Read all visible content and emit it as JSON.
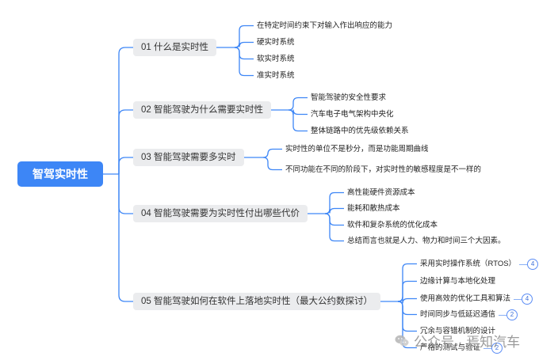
{
  "root": {
    "label": "智驾实时性"
  },
  "branches": [
    {
      "label": "01 什么是实时性",
      "items": [
        {
          "label": "在特定时间约束下对输入作出响应的能力"
        },
        {
          "label": "硬实时系统"
        },
        {
          "label": "软实时系统"
        },
        {
          "label": "准实时系统"
        }
      ]
    },
    {
      "label": "02 智能驾驶为什么需要实时性",
      "items": [
        {
          "label": "智能驾驶的安全性要求"
        },
        {
          "label": "汽车电子电气架构中央化"
        },
        {
          "label": "整体链路中的优先级依赖关系"
        }
      ]
    },
    {
      "label": "03 智能驾驶需要多实时",
      "items": [
        {
          "label": "实时性的单位不是秒分，而是功能周期曲线"
        },
        {
          "label": "不同功能在不同的阶段下，对实时性的敏感程度是不一样的"
        }
      ]
    },
    {
      "label": "04 智能驾驶需要为实时性付出哪些代价",
      "items": [
        {
          "label": "高性能硬件资源成本"
        },
        {
          "label": "能耗和散热成本"
        },
        {
          "label": "软件和复杂系统的优化成本"
        },
        {
          "label": "总结而言也就是人力、物力和时间三个大因素。"
        }
      ]
    },
    {
      "label": "05 智能驾驶如何在软件上落地实时性（最大公约数探讨）",
      "items": [
        {
          "label": "采用实时操作系统（RTOS）",
          "badge": "4"
        },
        {
          "label": "边缘计算与本地化处理"
        },
        {
          "label": "使用高效的优化工具和算法",
          "badge": "4"
        },
        {
          "label": "时间同步与低延迟通信",
          "badge": "2"
        },
        {
          "label": "冗余与容错机制的设计"
        },
        {
          "label": "严格的测试与验证",
          "badge": "2"
        }
      ]
    }
  ],
  "watermark": {
    "label": "公众号 · 焉知汽车"
  },
  "colors": {
    "root_bg": "#3d86f6",
    "branch_bg": "#ebecee",
    "line": "#3d86f6"
  }
}
